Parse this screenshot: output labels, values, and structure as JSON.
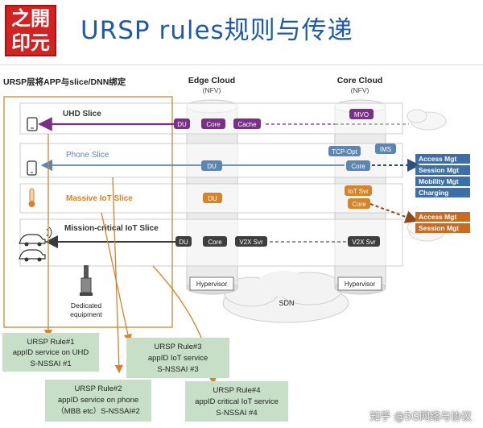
{
  "logo": {
    "line1": "之開",
    "line2": "印元"
  },
  "title": "URSP rules规则与传递",
  "header_note": "URSP层将APP与slice/DNN绑定",
  "columns": {
    "edge": {
      "title": "Edge Cloud",
      "sub": "(NFV)"
    },
    "core": {
      "title": "Core Cloud",
      "sub": "(NFV)"
    }
  },
  "slices": {
    "uhd": "UHD Slice",
    "phone": "Phone Slice",
    "iot": "Massive IoT Slice",
    "mission": "Mission-critical IoT Slice"
  },
  "boxes": {
    "du": "DU",
    "core": "Core",
    "cache": "Cache",
    "mvo": "MVO",
    "tcp_opt": "TCP-Opt",
    "ims": "IMS",
    "iot_svr": "IoT Svr",
    "v2x_svr": "V2X Svr",
    "hypervisor": "Hypervisor",
    "sdn": "SDN"
  },
  "mgmt": {
    "access": "Access Mgt",
    "session": "Session Mgt",
    "mobility": "Mobility Mgt",
    "charging": "Charging"
  },
  "equipment": {
    "line1": "Dedicated",
    "line2": "equipment"
  },
  "rules": {
    "r1": {
      "l1": "URSP Rule#1",
      "l2": "appID service on UHD",
      "l3": "S-NSSAI #1"
    },
    "r2": {
      "l1": "URSP Rule#2",
      "l2": "appID service on phone",
      "l3": "（MBB etc）S-NSSAI#2"
    },
    "r3": {
      "l1": "URSP Rule#3",
      "l2": "appID IoT service",
      "l3": "S-NSSAI #3"
    },
    "r4": {
      "l1": "URSP Rule#4",
      "l2": "appID critical IoT service",
      "l3": "S-NSSAI #4"
    }
  },
  "watermark": "知乎 @5G网络与协议",
  "colors": {
    "purple": "#7b2f86",
    "blue": "#5b86b4",
    "orange": "#d6832a",
    "rule_bg": "#c6dfc6",
    "mgmt_blue": "#3d6ea6",
    "mgmt_orange": "#c86b23"
  }
}
